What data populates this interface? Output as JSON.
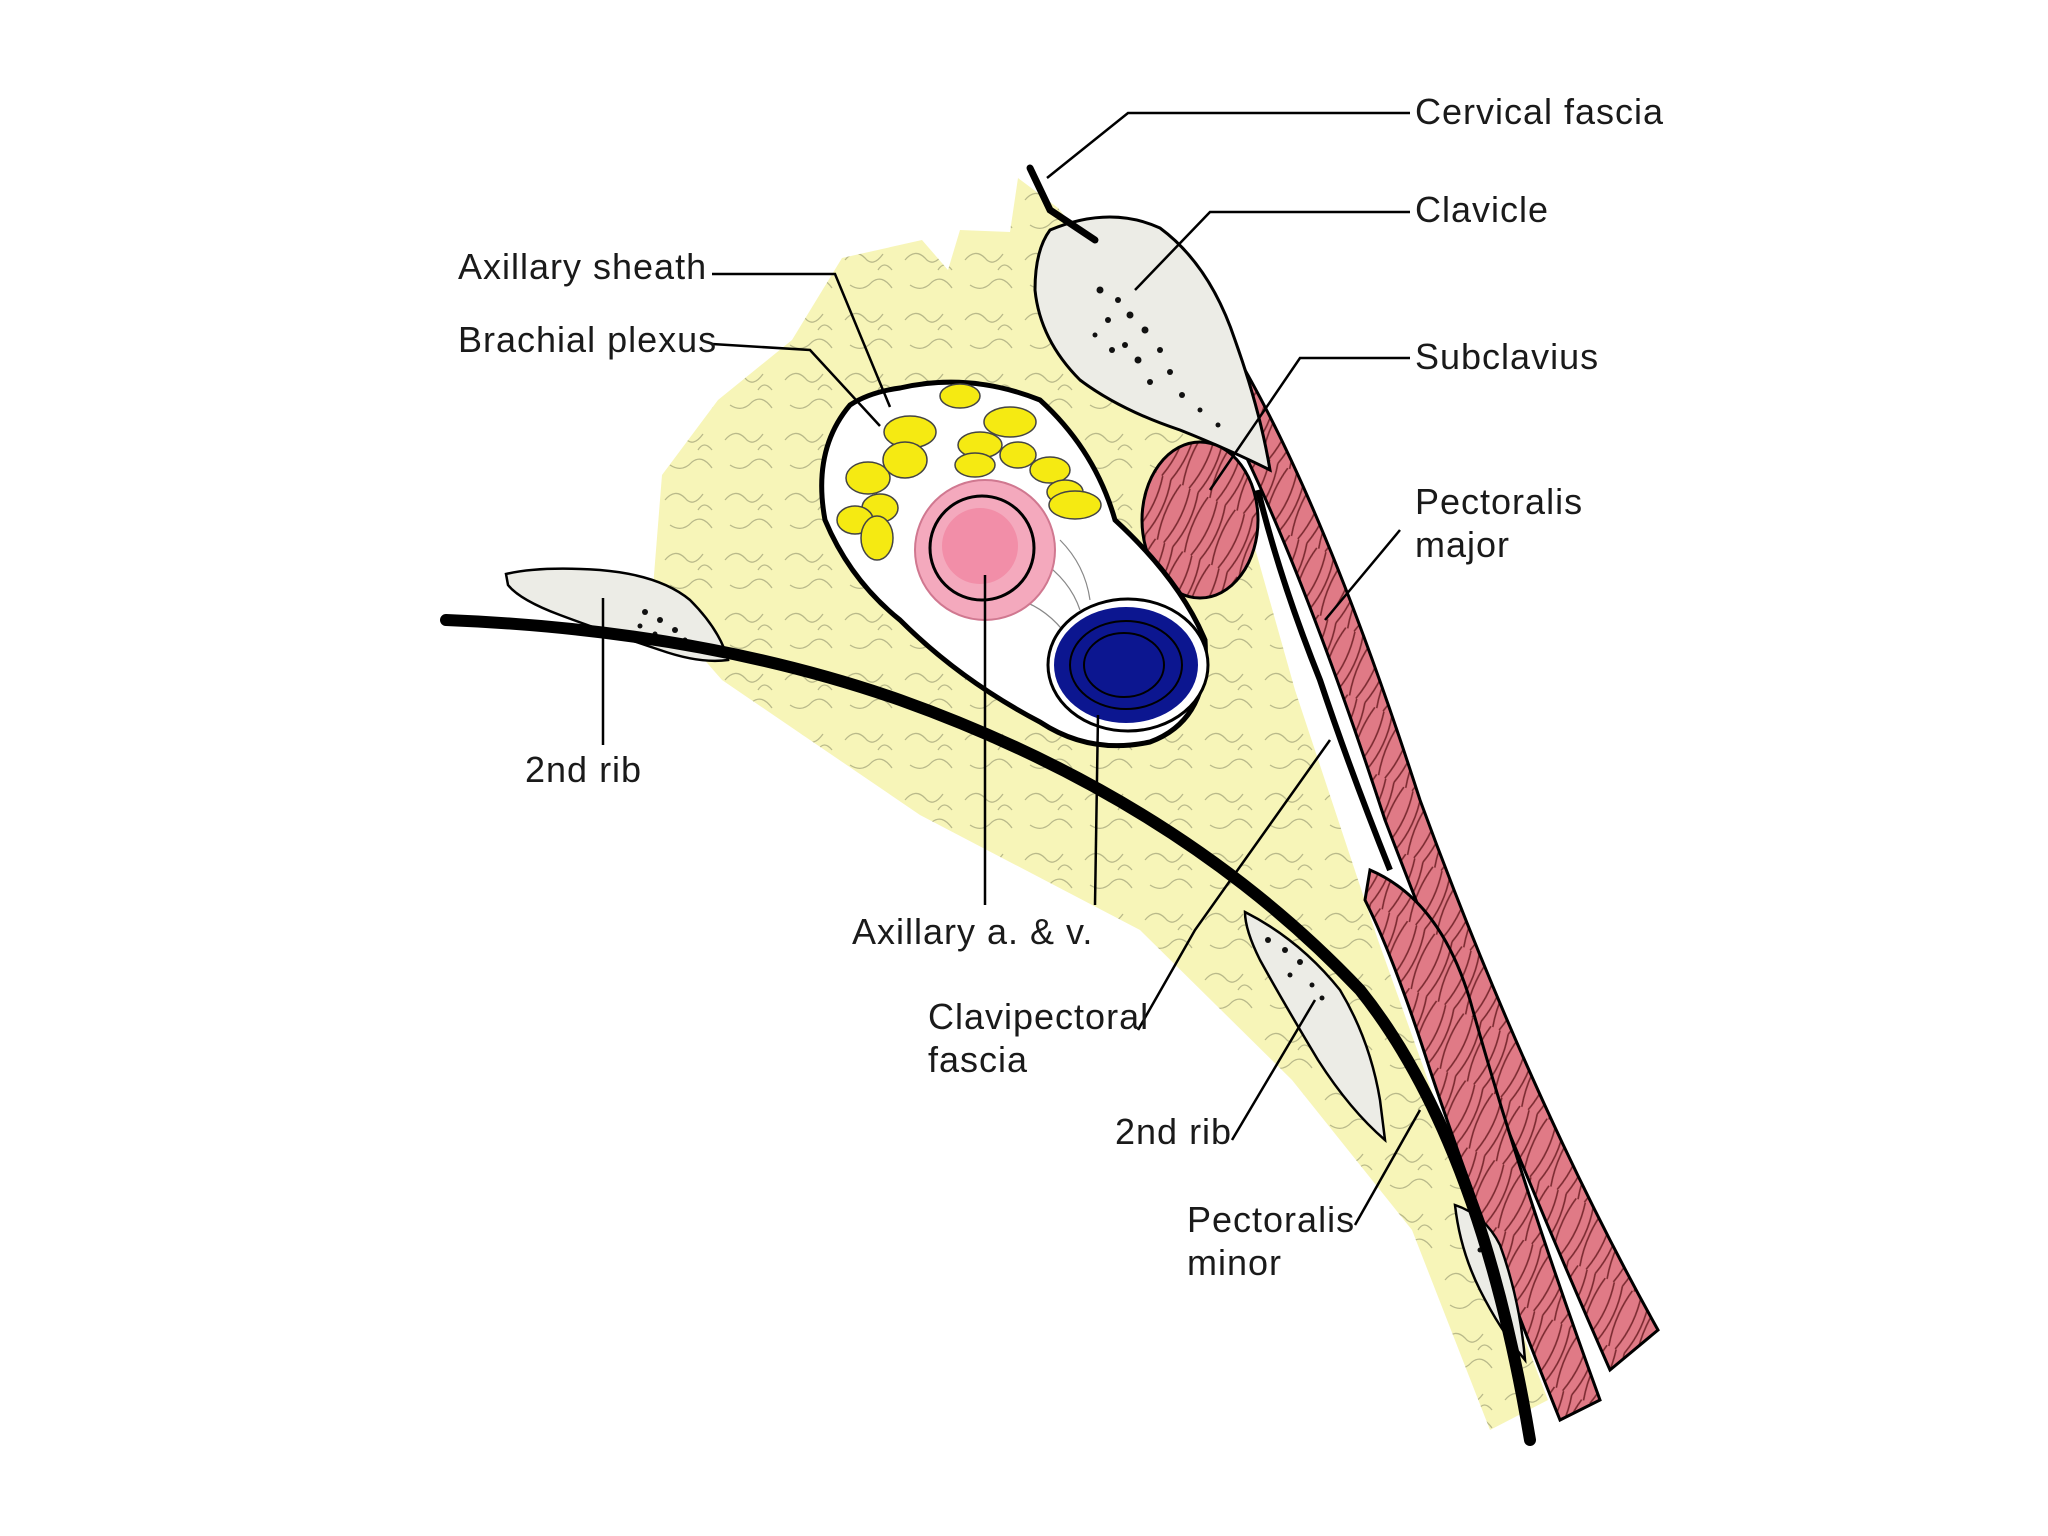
{
  "labels": {
    "cervical_fascia": "Cervical fascia",
    "clavicle": "Clavicle",
    "subclavius": "Subclavius",
    "pectoralis_major_line1": "Pectoralis",
    "pectoralis_major_line2": "major",
    "axillary_sheath": "Axillary sheath",
    "brachial_plexus": "Brachial plexus",
    "second_rib_left": "2nd rib",
    "axillary_vessels": "Axillary a. &  v.",
    "clavipectoral_line1": "Clavipectoral",
    "clavipectoral_line2": "fascia",
    "second_rib_right": "2nd rib",
    "pectoralis_minor_line1": "Pectoralis",
    "pectoralis_minor_line2": "minor"
  },
  "colors": {
    "fat": "#f7f5b8",
    "bone": "#ecece6",
    "muscle": "#e07a86",
    "artery": "#f4a9bd",
    "vein": "#0c1690",
    "nerve": "#f5ea12",
    "outline": "#000000"
  }
}
